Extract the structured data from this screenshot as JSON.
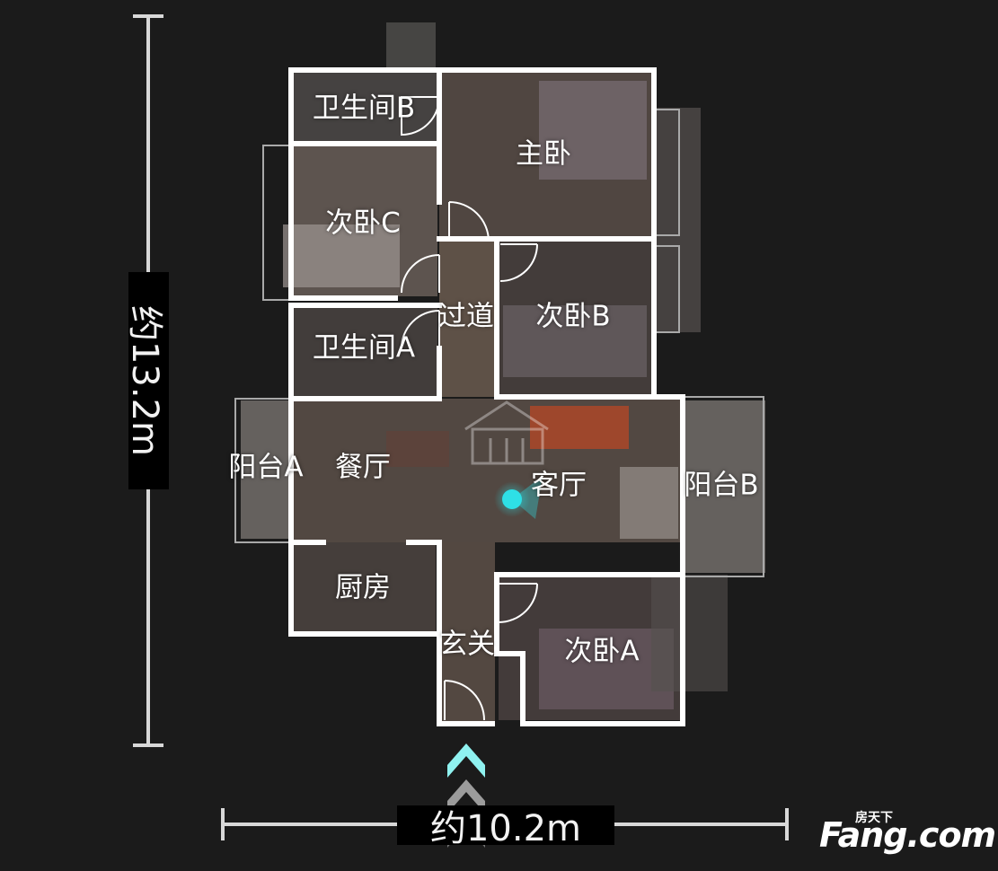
{
  "dimensions": {
    "height_label": "约13.2m",
    "width_label": "约10.2m"
  },
  "rooms": {
    "bathroom_b": "卫生间B",
    "master_bedroom": "主卧",
    "bedroom_c": "次卧C",
    "corridor": "过道",
    "bedroom_b": "次卧B",
    "bathroom_a": "卫生间A",
    "balcony_a": "阳台A",
    "dining_room": "餐厅",
    "living_room": "客厅",
    "balcony_b": "阳台B",
    "kitchen": "厨房",
    "entrance": "玄关",
    "bedroom_a": "次卧A"
  },
  "watermark": {
    "brand_sub": "房天下",
    "brand_main": "Fang.com"
  },
  "colors": {
    "background": "#1b1b1b",
    "walls": "#ffffff",
    "position_marker": "#2ee0e6",
    "entry_arrow": "#8ff2f0"
  },
  "icons": [
    "position-marker-icon",
    "entry-arrow-icon"
  ]
}
